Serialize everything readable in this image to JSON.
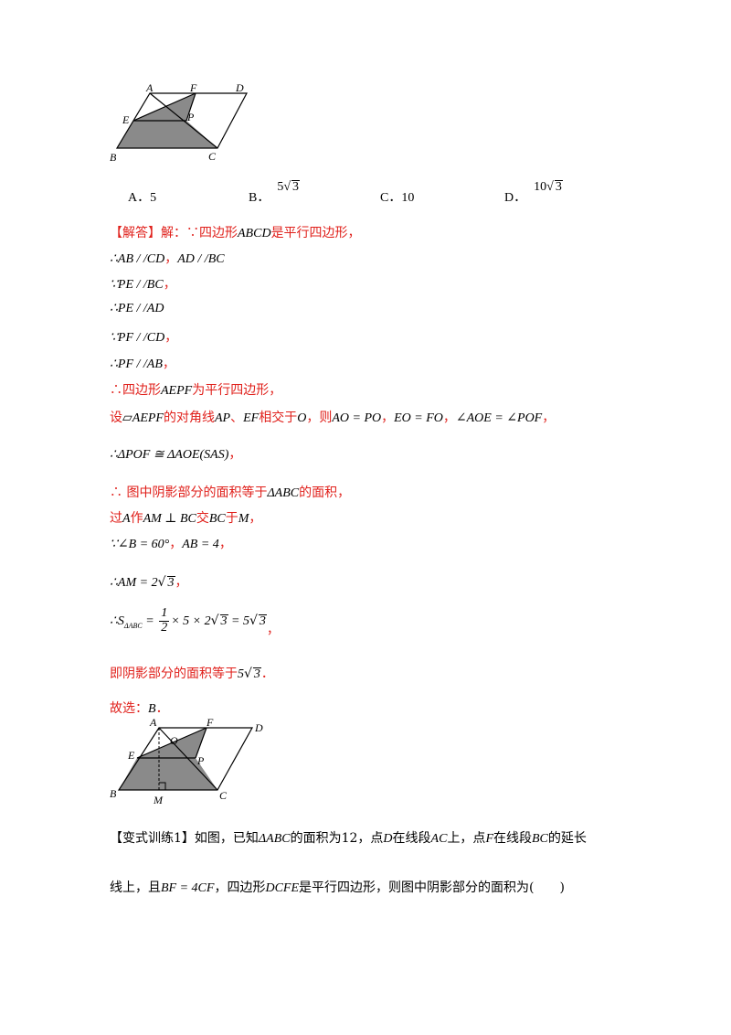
{
  "figure1": {
    "labels": {
      "A": "A",
      "F": "F",
      "D": "D",
      "E": "E",
      "P": "P",
      "B": "B",
      "C": "C"
    }
  },
  "options": {
    "a": {
      "letter": "A．",
      "value": "5"
    },
    "b": {
      "letter": "B．",
      "coef": "5",
      "rad": "3"
    },
    "c": {
      "letter": "C．",
      "value": "10"
    },
    "d": {
      "letter": "D．",
      "coef": "10",
      "rad": "3"
    }
  },
  "solution": {
    "heading": "【解答】",
    "line1": {
      "prefix": "解：∵四边形",
      "name": "ABCD",
      "suffix": "是平行四边形，"
    },
    "line2": {
      "text": "∴AB / /CD",
      "comma": "，",
      "text2": "AD / /BC"
    },
    "line3": {
      "text": "∵PE / /BC",
      "comma": "，"
    },
    "line4": {
      "text": "∴PE / /AD"
    },
    "line5": {
      "text": "∵PF / /CD",
      "comma": "，"
    },
    "line6": {
      "text": "∴PF / /AB",
      "comma": "，"
    },
    "line7": {
      "prefix": "∴四边形",
      "name": "AEPF",
      "suffix": "为平行四边形，"
    },
    "line8": {
      "p1": "设",
      "m1": "▱AEPF",
      "p2": "的对角线",
      "m2": "AP",
      "p3": "、",
      "m3": "EF",
      "p4": "相交于",
      "m4": "O",
      "p5": "，则",
      "m5": "AO = PO",
      "p6": "，",
      "m6": "EO = FO",
      "p7": "，",
      "m7": "∠AOE = ∠POF",
      "p8": "，"
    },
    "line9": {
      "m1": "∴ΔPOF ≅ ΔAOE(SAS)",
      "p1": "，"
    },
    "line10": {
      "p1": "∴ 图中阴影部分的面积等于",
      "m1": "ΔABC",
      "p2": "的面积，"
    },
    "line11": {
      "p1": "过",
      "m1": "A",
      "p2": "作",
      "m2": "AM ⊥ BC",
      "p3": "交",
      "m3": "BC",
      "p4": "于",
      "m4": "M",
      "p5": "，"
    },
    "line12": {
      "m1": "∵∠B = 60°",
      "p1": "，",
      "m2": "AB = 4",
      "p2": "，"
    },
    "line13": {
      "m1": "∴AM = 2",
      "rad": "3",
      "p1": "，"
    },
    "line14": {
      "m1": "∴S",
      "sub": "ΔABC",
      "eq": " = ",
      "num": "1",
      "den": "2",
      "m2": "× 5 × 2",
      "rad1": "3",
      "eq2": " = 5",
      "rad2": "3",
      "p1": "，"
    },
    "line15": {
      "p1": "即阴影部分的面积等于",
      "coef": "5",
      "rad": "3",
      "p2": "．"
    },
    "line16": {
      "p1": "故选：",
      "m1": "B",
      "p2": "．"
    }
  },
  "figure2": {
    "labels": {
      "A": "A",
      "O": "O",
      "F": "F",
      "D": "D",
      "E": "E",
      "P": "P",
      "B": "B",
      "M": "M",
      "C": "C"
    }
  },
  "variant": {
    "head": "【变式训练1】",
    "p1": "如图，已知",
    "m1": "ΔABC",
    "p2": "的面积为12，点",
    "m2": "D",
    "p3": "在线段",
    "m3": "AC",
    "p4": "上，点",
    "m4": "F",
    "p5": "在线段",
    "m5": "BC",
    "p6": "的延长",
    "p7": "线上，且",
    "m6": "BF = 4CF",
    "p8": "，四边形",
    "m7": "DCFE",
    "p9": "是平行四边形，则图中阴影部分的面积为",
    "paren": "(　　)"
  }
}
